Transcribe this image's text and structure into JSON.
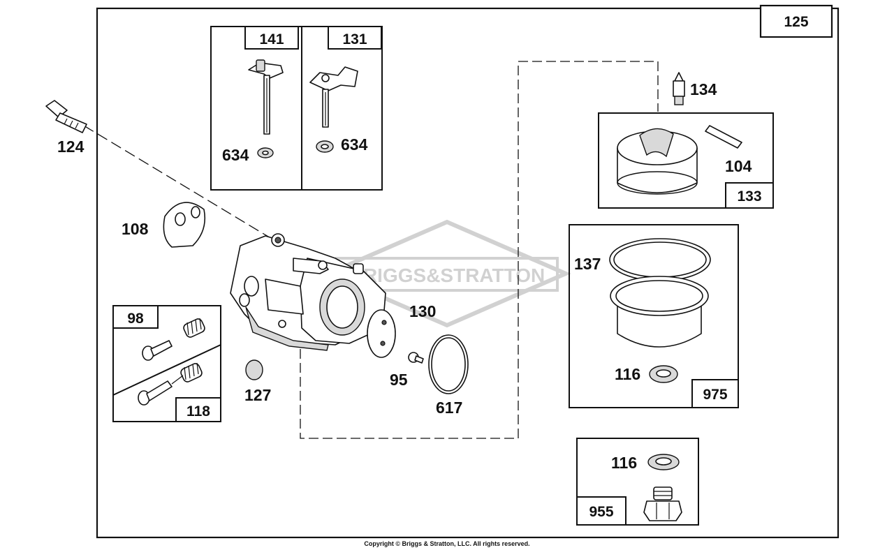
{
  "diagram": {
    "assembly_number": "125",
    "watermark": "BRIGGS&STRATTON",
    "copyright": "Copyright © Briggs & Stratton, LLC. All rights reserved.",
    "kits": {
      "choke_shaft": "141",
      "throttle_shaft": "131",
      "float_kit": "133",
      "bowl_kit": "975",
      "bolt_kit": "955",
      "screw_kit_top": "98",
      "screw_kit_bottom": "118"
    },
    "parts": {
      "choke_seal": "634",
      "throttle_seal": "634",
      "inlet_needle": "134",
      "float_pin": "104",
      "bolt": "124",
      "gasket_108": "108",
      "bowl_gasket": "137",
      "bowl_washer": "116",
      "bolt_washer": "116",
      "welch_plug": "127",
      "throttle_plate": "130",
      "throttle_screw": "95",
      "o_ring": "617"
    }
  }
}
